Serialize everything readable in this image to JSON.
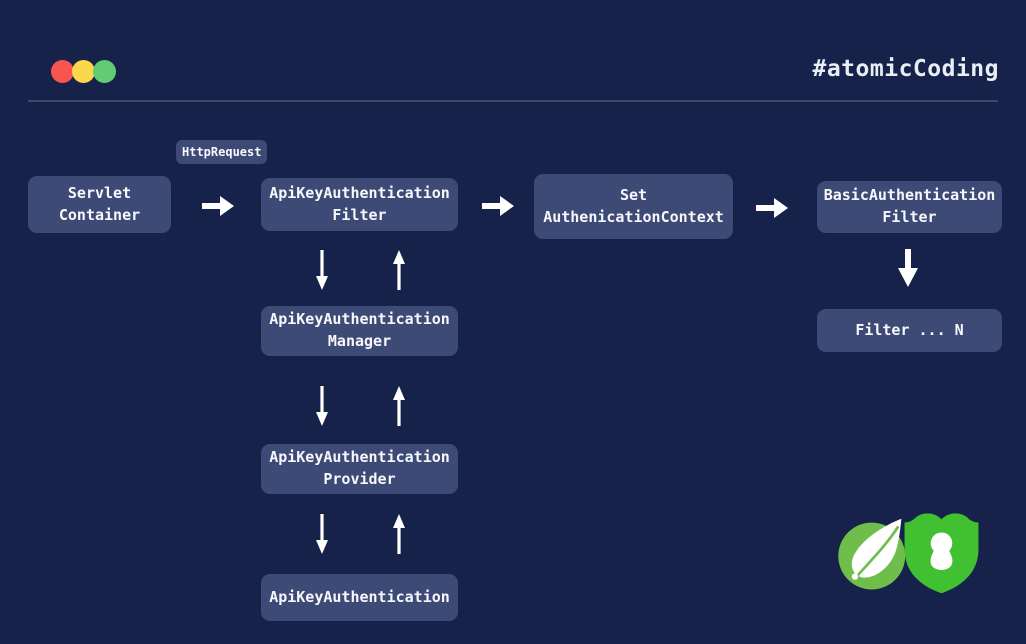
{
  "window": {
    "title": "#atomicCoding",
    "traffic_lights": {
      "red": "#fa5450",
      "yellow": "#f9d94b",
      "green": "#63cc72"
    }
  },
  "colors": {
    "background": "#16224a",
    "node_fill": "#3e4a76",
    "divider": "#3b4768",
    "text": "#f7f8fc",
    "spring_green": "#6fbe4c",
    "shield_green": "#41c132",
    "arrow": "#ffffff"
  },
  "diagram": {
    "badge_label": "HttpRequest",
    "nodes": {
      "servlet_container": "Servlet Container",
      "apikey_filter": "ApiKeyAuthentication Filter",
      "set_context": "Set AuthenicationContext",
      "basic_filter": "BasicAuthentication Filter",
      "apikey_manager": "ApiKeyAuthentication Manager",
      "filter_n": "Filter ... N",
      "apikey_provider": "ApiKeyAuthentication Provider",
      "apikey_authentication": "ApiKeyAuthentication"
    },
    "icons": [
      "spring-logo",
      "security-shield"
    ]
  }
}
